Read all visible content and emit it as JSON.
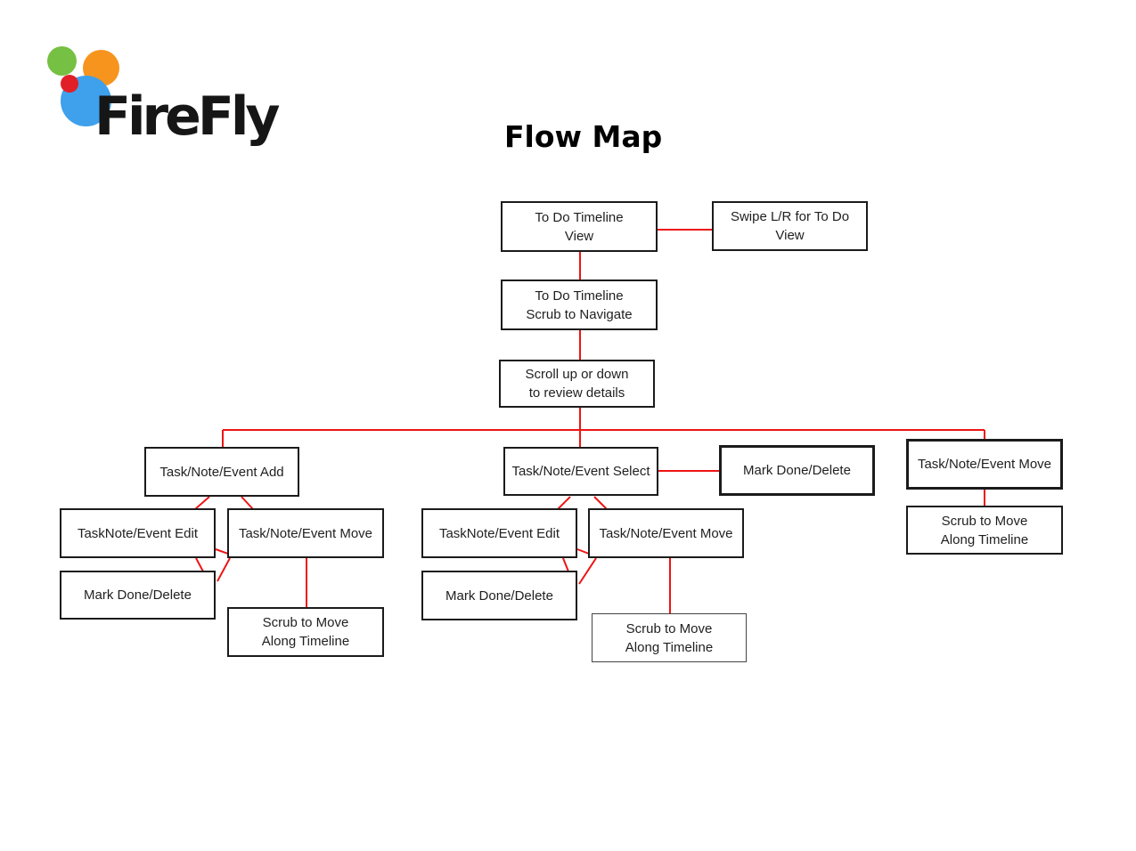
{
  "page": {
    "title": "Flow Map"
  },
  "logo": {
    "text": "FireFly",
    "circle_colors": {
      "green": "#76c043",
      "orange": "#f7941d",
      "red": "#e11f26",
      "blue": "#3fa0ec"
    }
  },
  "colors": {
    "connector_line": "#ee1414",
    "box_border": "#1b1b1b",
    "box_text": "#1f1f1f",
    "background": "#ffffff"
  },
  "flow": {
    "todo_view": "To Do Timeline\nView",
    "swipe_lr": "Swipe L/R  for To Do\nView",
    "scrub_navigate": "To Do Timeline\nScrub to Navigate",
    "scroll_review": "Scroll up or down\nto review details",
    "left": {
      "add": "Task/Note/Event Add",
      "edit": "TaskNote/Event Edit",
      "move": "Task/Note/Event Move",
      "mark_done": "Mark Done/Delete",
      "scrub_move": "Scrub to Move\nAlong Timeline"
    },
    "center": {
      "select": "Task/Note/Event Select",
      "edit": "TaskNote/Event Edit",
      "move": "Task/Note/Event Move",
      "mark_done": "Mark Done/Delete",
      "scrub_move": "Scrub to Move\nAlong Timeline",
      "mark_done_right": "Mark Done/Delete"
    },
    "right": {
      "move": "Task/Note/Event Move",
      "scrub_move": "Scrub to Move\nAlong Timeline"
    }
  }
}
